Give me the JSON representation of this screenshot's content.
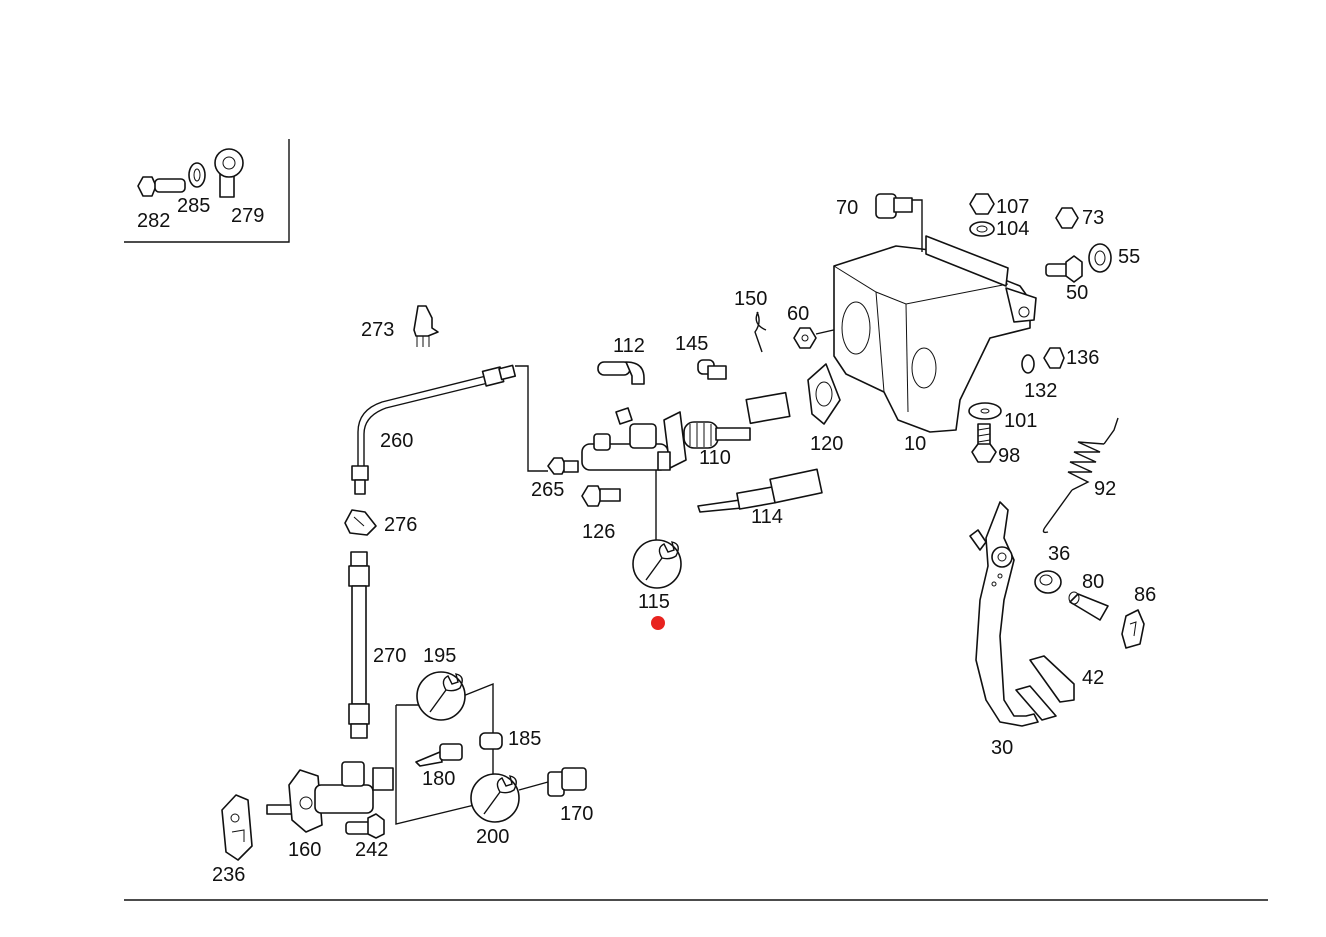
{
  "diagram": {
    "labels": {
      "p282": "282",
      "p285": "285",
      "p279": "279",
      "p273": "273",
      "p260": "260",
      "p276": "276",
      "p270": "270",
      "p195": "195",
      "p185": "185",
      "p180": "180",
      "p170": "170",
      "p200": "200",
      "p160": "160",
      "p242": "242",
      "p236": "236",
      "p112": "112",
      "p145": "145",
      "p150": "150",
      "p60": "60",
      "p265": "265",
      "p126": "126",
      "p110": "110",
      "p114": "114",
      "p115": "115",
      "p120": "120",
      "p10": "10",
      "p70": "70",
      "p107": "107",
      "p104": "104",
      "p73": "73",
      "p55": "55",
      "p50": "50",
      "p136": "136",
      "p132": "132",
      "p101": "101",
      "p98": "98",
      "p92": "92",
      "p36": "36",
      "p80": "80",
      "p86": "86",
      "p42": "42",
      "p30": "30"
    },
    "icons": [
      "wrench-icon",
      "wrench-icon",
      "wrench-icon"
    ],
    "colors": {
      "ink": "#111111",
      "marker": "#e8231f",
      "background": "#ffffff"
    }
  }
}
